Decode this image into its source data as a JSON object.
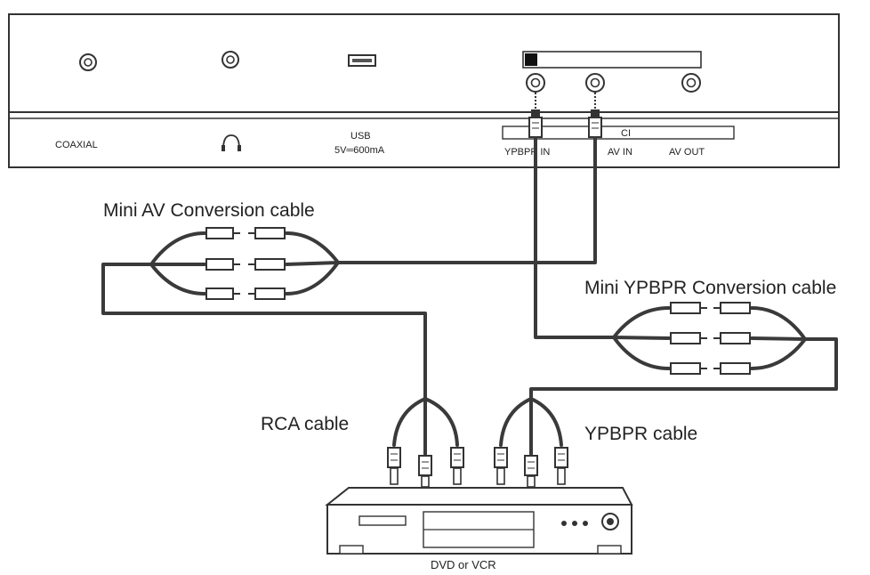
{
  "panel": {
    "labels": {
      "coaxial": "COAXIAL",
      "usb_line1": "USB",
      "usb_line2": "5V═600mA",
      "ci": "CI",
      "ypbpr_in": "YPBPR IN",
      "av_in": "AV IN",
      "av_out": "AV OUT"
    },
    "icons": {
      "coaxial_port": "coaxial-port-icon",
      "headphone_port": "headphone-port-icon",
      "headphone": "headphone-icon",
      "usb_port": "usb-port-icon",
      "ci_slot": "ci-slot-icon",
      "ypbpr_in_port": "ypbpr-in-port-icon",
      "av_in_port": "av-in-port-icon",
      "av_out_port": "av-out-port-icon"
    }
  },
  "cables": {
    "mini_av": "Mini AV Conversion cable",
    "mini_ypbpr": "Mini YPBPR Conversion cable",
    "rca": "RCA cable",
    "ypbpr": "YPBPR cable"
  },
  "device": {
    "label": "DVD or VCR"
  },
  "colors": {
    "line": "#3a3a3a",
    "background": "#ffffff"
  }
}
